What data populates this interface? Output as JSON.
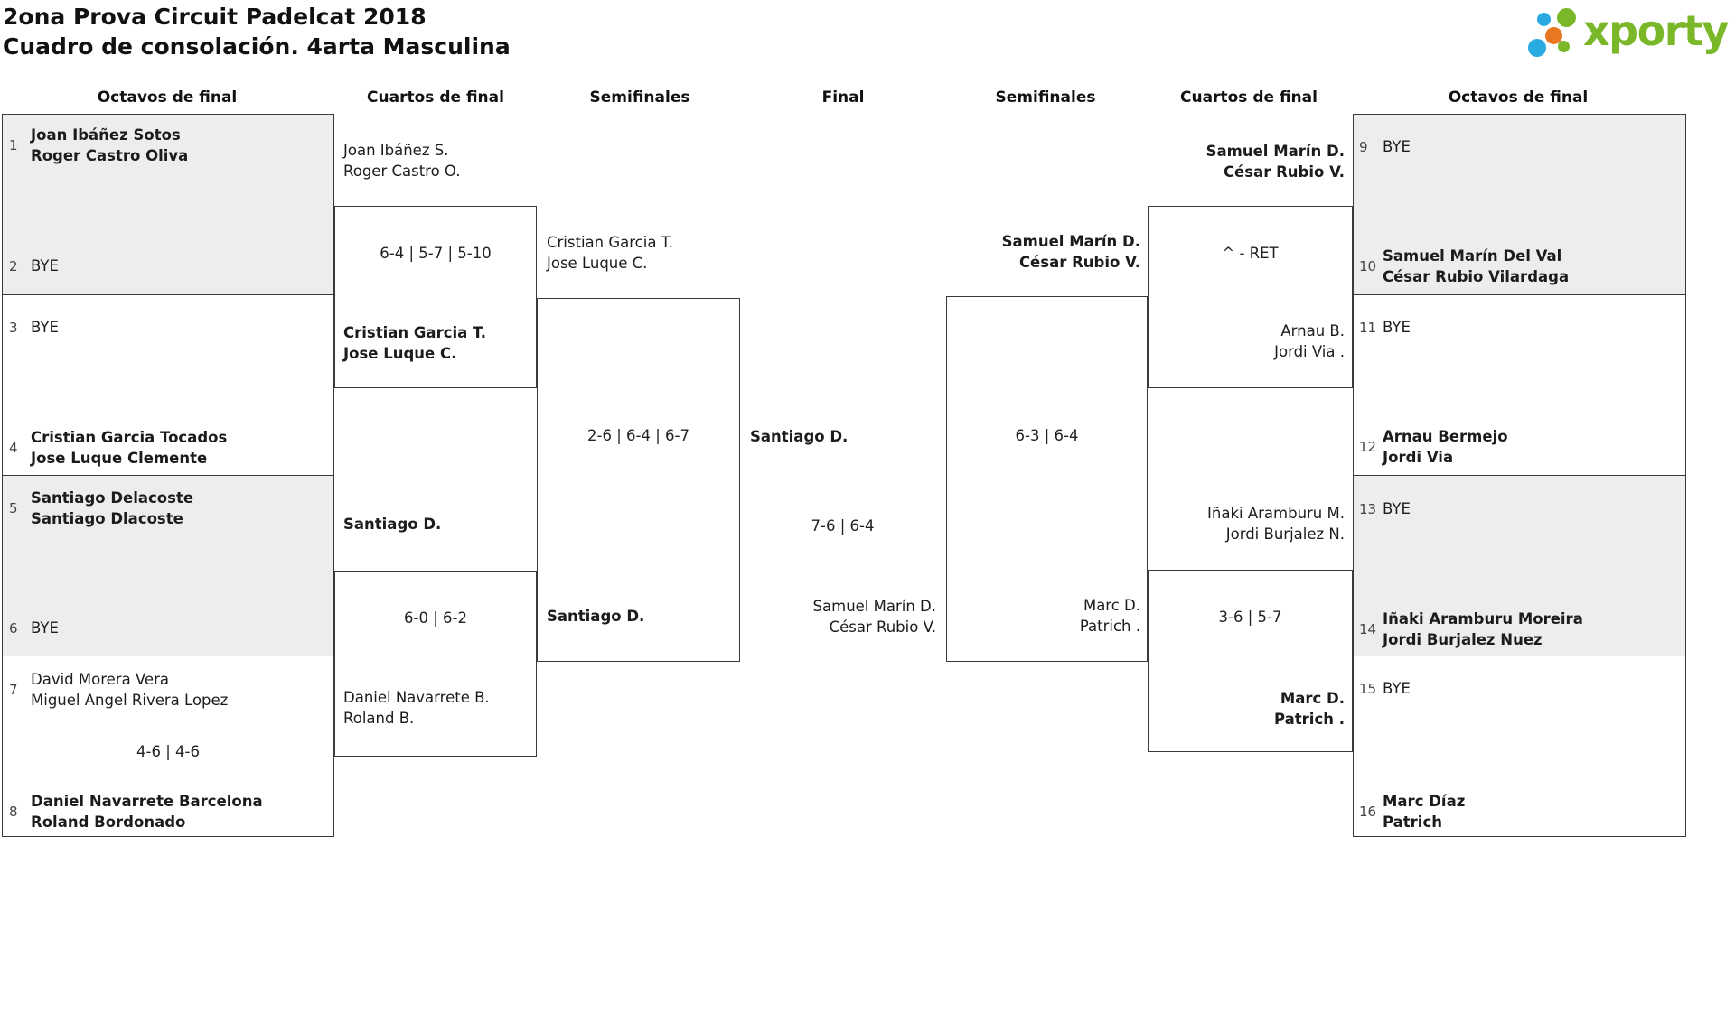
{
  "title": {
    "line1": "2ona Prova Circuit Padelcat 2018",
    "line2": "Cuadro de consolación. 4arta Masculina"
  },
  "logo": {
    "text": "xporty"
  },
  "colors": {
    "accent_green": "#7ab829",
    "accent_blue": "#29abe2",
    "accent_orange": "#e87722",
    "box_fill": "#ededed",
    "line": "#3a3a3a"
  },
  "round_headers": {
    "left_r16": "Octavos de final",
    "left_qf": "Cuartos de final",
    "left_sf": "Semifinales",
    "final": "Final",
    "right_sf": "Semifinales",
    "right_qf": "Cuartos de final",
    "right_r16": "Octavos de final"
  },
  "seeds": {
    "s1": {
      "n": "1",
      "l1": "Joan Ibáñez Sotos",
      "l2": "Roger Castro Oliva"
    },
    "s2": {
      "n": "2",
      "l1": "BYE"
    },
    "s3": {
      "n": "3",
      "l1": "BYE"
    },
    "s4": {
      "n": "4",
      "l1": "Cristian Garcia Tocados",
      "l2": "Jose Luque Clemente"
    },
    "s5": {
      "n": "5",
      "l1": "Santiago Delacoste",
      "l2": "Santiago Dlacoste"
    },
    "s6": {
      "n": "6",
      "l1": "BYE"
    },
    "s7": {
      "n": "7",
      "l1": "David Morera Vera",
      "l2": "Miguel Angel Rivera Lopez"
    },
    "s8": {
      "n": "8",
      "l1": "Daniel Navarrete Barcelona",
      "l2": "Roland Bordonado"
    },
    "s9": {
      "n": "9",
      "l1": "BYE"
    },
    "s10": {
      "n": "10",
      "l1": "Samuel Marín Del Val",
      "l2": "César Rubio Vilardaga"
    },
    "s11": {
      "n": "11",
      "l1": "BYE"
    },
    "s12": {
      "n": "12",
      "l1": "Arnau Bermejo",
      "l2": "Jordi Via"
    },
    "s13": {
      "n": "13",
      "l1": "BYE"
    },
    "s14": {
      "n": "14",
      "l1": "Iñaki Aramburu Moreira",
      "l2": "Jordi Burjalez Nuez"
    },
    "s15": {
      "n": "15",
      "l1": "BYE"
    },
    "s16": {
      "n": "16",
      "l1": "Marc Díaz",
      "l2": "Patrich"
    }
  },
  "matches": {
    "m78_score": "4-6 | 4-6",
    "qf1": {
      "top1": "Joan Ibáñez S.",
      "top2": "Roger Castro O.",
      "score": "6-4 | 5-7 | 5-10",
      "bot1": "Cristian Garcia T.",
      "bot2": "Jose Luque C."
    },
    "qf2": {
      "top1": "Santiago D.",
      "score": "6-0 | 6-2",
      "bot1": "Daniel Navarrete B.",
      "bot2": "Roland B."
    },
    "sf1": {
      "top1": "Cristian Garcia T.",
      "top2": "Jose Luque C.",
      "score": "2-6 | 6-4 | 6-7",
      "bot1": "Santiago D."
    },
    "final": {
      "winner": "Santiago D.",
      "score": "7-6 | 6-4",
      "runner1": "Samuel Marín D.",
      "runner2": "César Rubio V."
    },
    "sf2": {
      "top1": "Samuel Marín D.",
      "top2": "César Rubio V.",
      "score": "6-3 | 6-4",
      "bot1": "Marc D.",
      "bot2": "Patrich ."
    },
    "qf3": {
      "top1": "Samuel Marín D.",
      "top2": "César Rubio V.",
      "score": "^ - RET",
      "bot1": "Arnau B.",
      "bot2": "Jordi Via ."
    },
    "qf4": {
      "top1": "Iñaki Aramburu M.",
      "top2": "Jordi Burjalez N.",
      "score": "3-6 | 5-7",
      "bot1": "Marc D.",
      "bot2": "Patrich ."
    }
  }
}
